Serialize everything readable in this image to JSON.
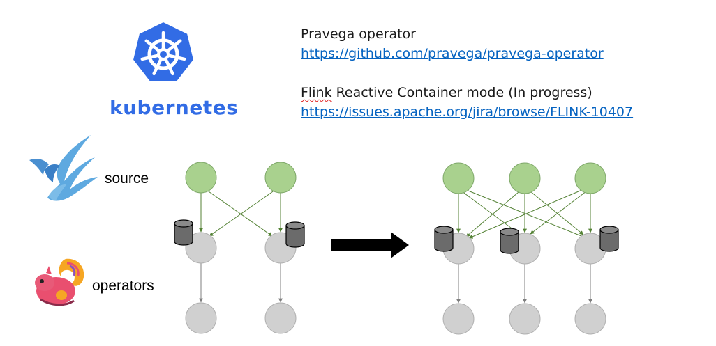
{
  "kubernetes": {
    "wordmark": "kubernetes",
    "logo_icon": "kubernetes-helm-wheel-icon",
    "brand_color": "#326ce5"
  },
  "links": {
    "pravega_title": "Pravega operator",
    "pravega_url": "https://github.com/pravega/pravega-operator",
    "flink_word": "Flink",
    "flink_title_rest": " Reactive Container mode (In progress)",
    "flink_url": "https://issues.apache.org/jira/browse/FLINK-10407",
    "link_color": "#0563c1"
  },
  "labels": {
    "source": "source",
    "operators": "operators",
    "source_icon": "pravega-bird-icon",
    "operators_icon": "flink-squirrel-icon"
  },
  "diagram": {
    "source_node_color": "#a9d18e",
    "operator_node_color": "#d0d0d0",
    "edge_color": "#548235",
    "storage_icon": "database-cylinder-icon",
    "transition_icon": "right-arrow-icon",
    "before": {
      "sources": 2,
      "operators": 2
    },
    "after": {
      "sources": 3,
      "operators": 3
    }
  }
}
